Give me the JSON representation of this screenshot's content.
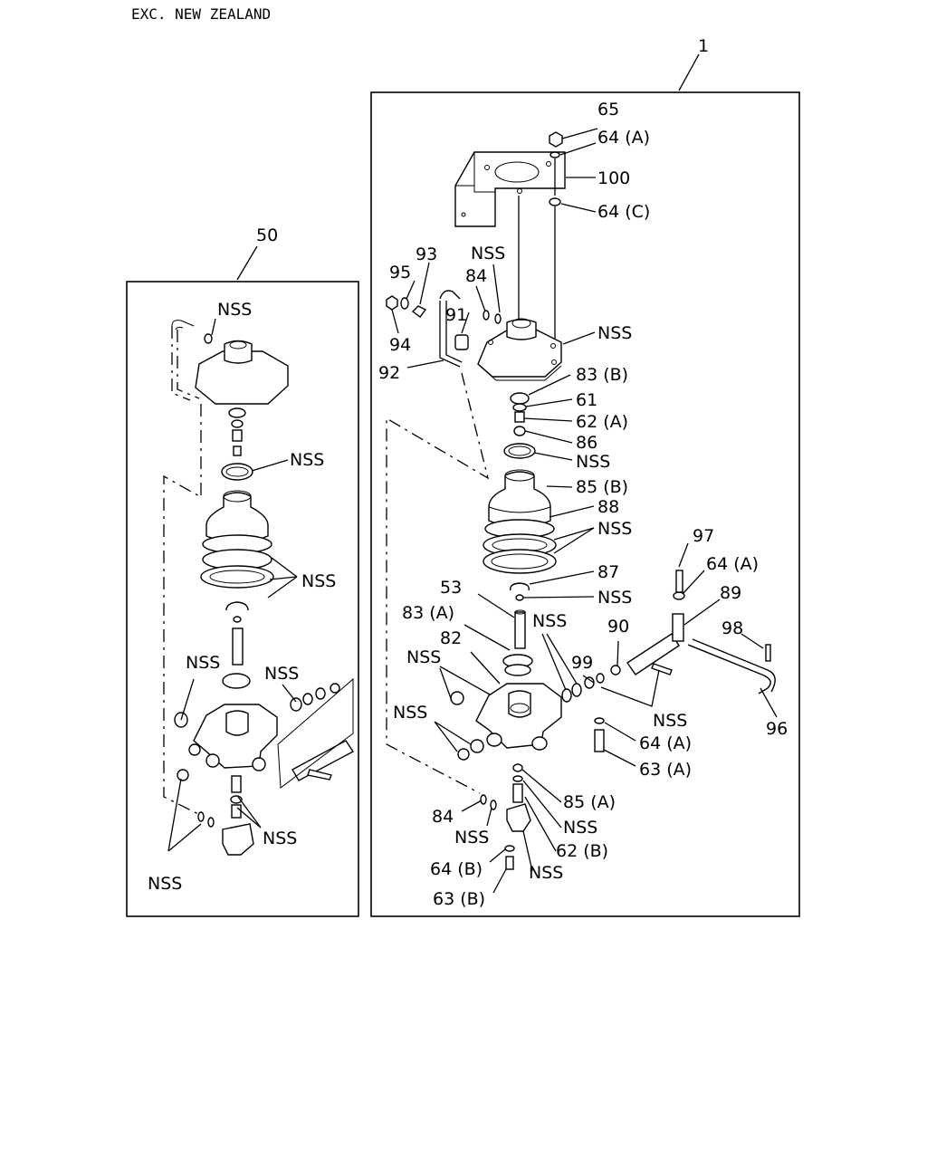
{
  "header": {
    "title": "EXC. NEW ZEALAND"
  },
  "assemblies": {
    "main": "1",
    "sub": "50"
  },
  "labels": {
    "l65": "65",
    "l64a_top": "64 (A)",
    "l100": "100",
    "l64c": "64 (C)",
    "l93": "93",
    "l95": "95",
    "l94": "94",
    "l91": "91",
    "l92": "92",
    "l84_top": "84",
    "nss_top": "NSS",
    "nss_cover": "NSS",
    "l83b": "83 (B)",
    "l61": "61",
    "l62a": "62 (A)",
    "l86": "86",
    "nss_86": "NSS",
    "l85b": "85 (B)",
    "l88": "88",
    "nss_88": "NSS",
    "l87": "87",
    "nss_87": "NSS",
    "l53": "53",
    "l83a": "83 (A)",
    "l82": "82",
    "nss_82": "NSS",
    "nss_mid": "NSS",
    "nss_left": "NSS",
    "l90": "90",
    "l99": "99",
    "nss_99": "NSS",
    "l97": "97",
    "l64a_right": "64 (A)",
    "l89": "89",
    "l98": "98",
    "l96": "96",
    "l64a_low": "64 (A)",
    "l63a": "63 (A)",
    "l85a": "85 (A)",
    "nss_85a": "NSS",
    "l62b": "62 (B)",
    "nss_62b": "NSS",
    "l84_low": "84",
    "nss_84": "NSS",
    "l64b": "64 (B)",
    "l63b": "63 (B)",
    "s_nss_top": "NSS",
    "s_nss_ring": "NSS",
    "s_nss_bellows": "NSS",
    "s_nss_left": "NSS",
    "s_nss_right": "NSS",
    "s_nss_bottom": "NSS",
    "s_nss_lower": "NSS"
  }
}
